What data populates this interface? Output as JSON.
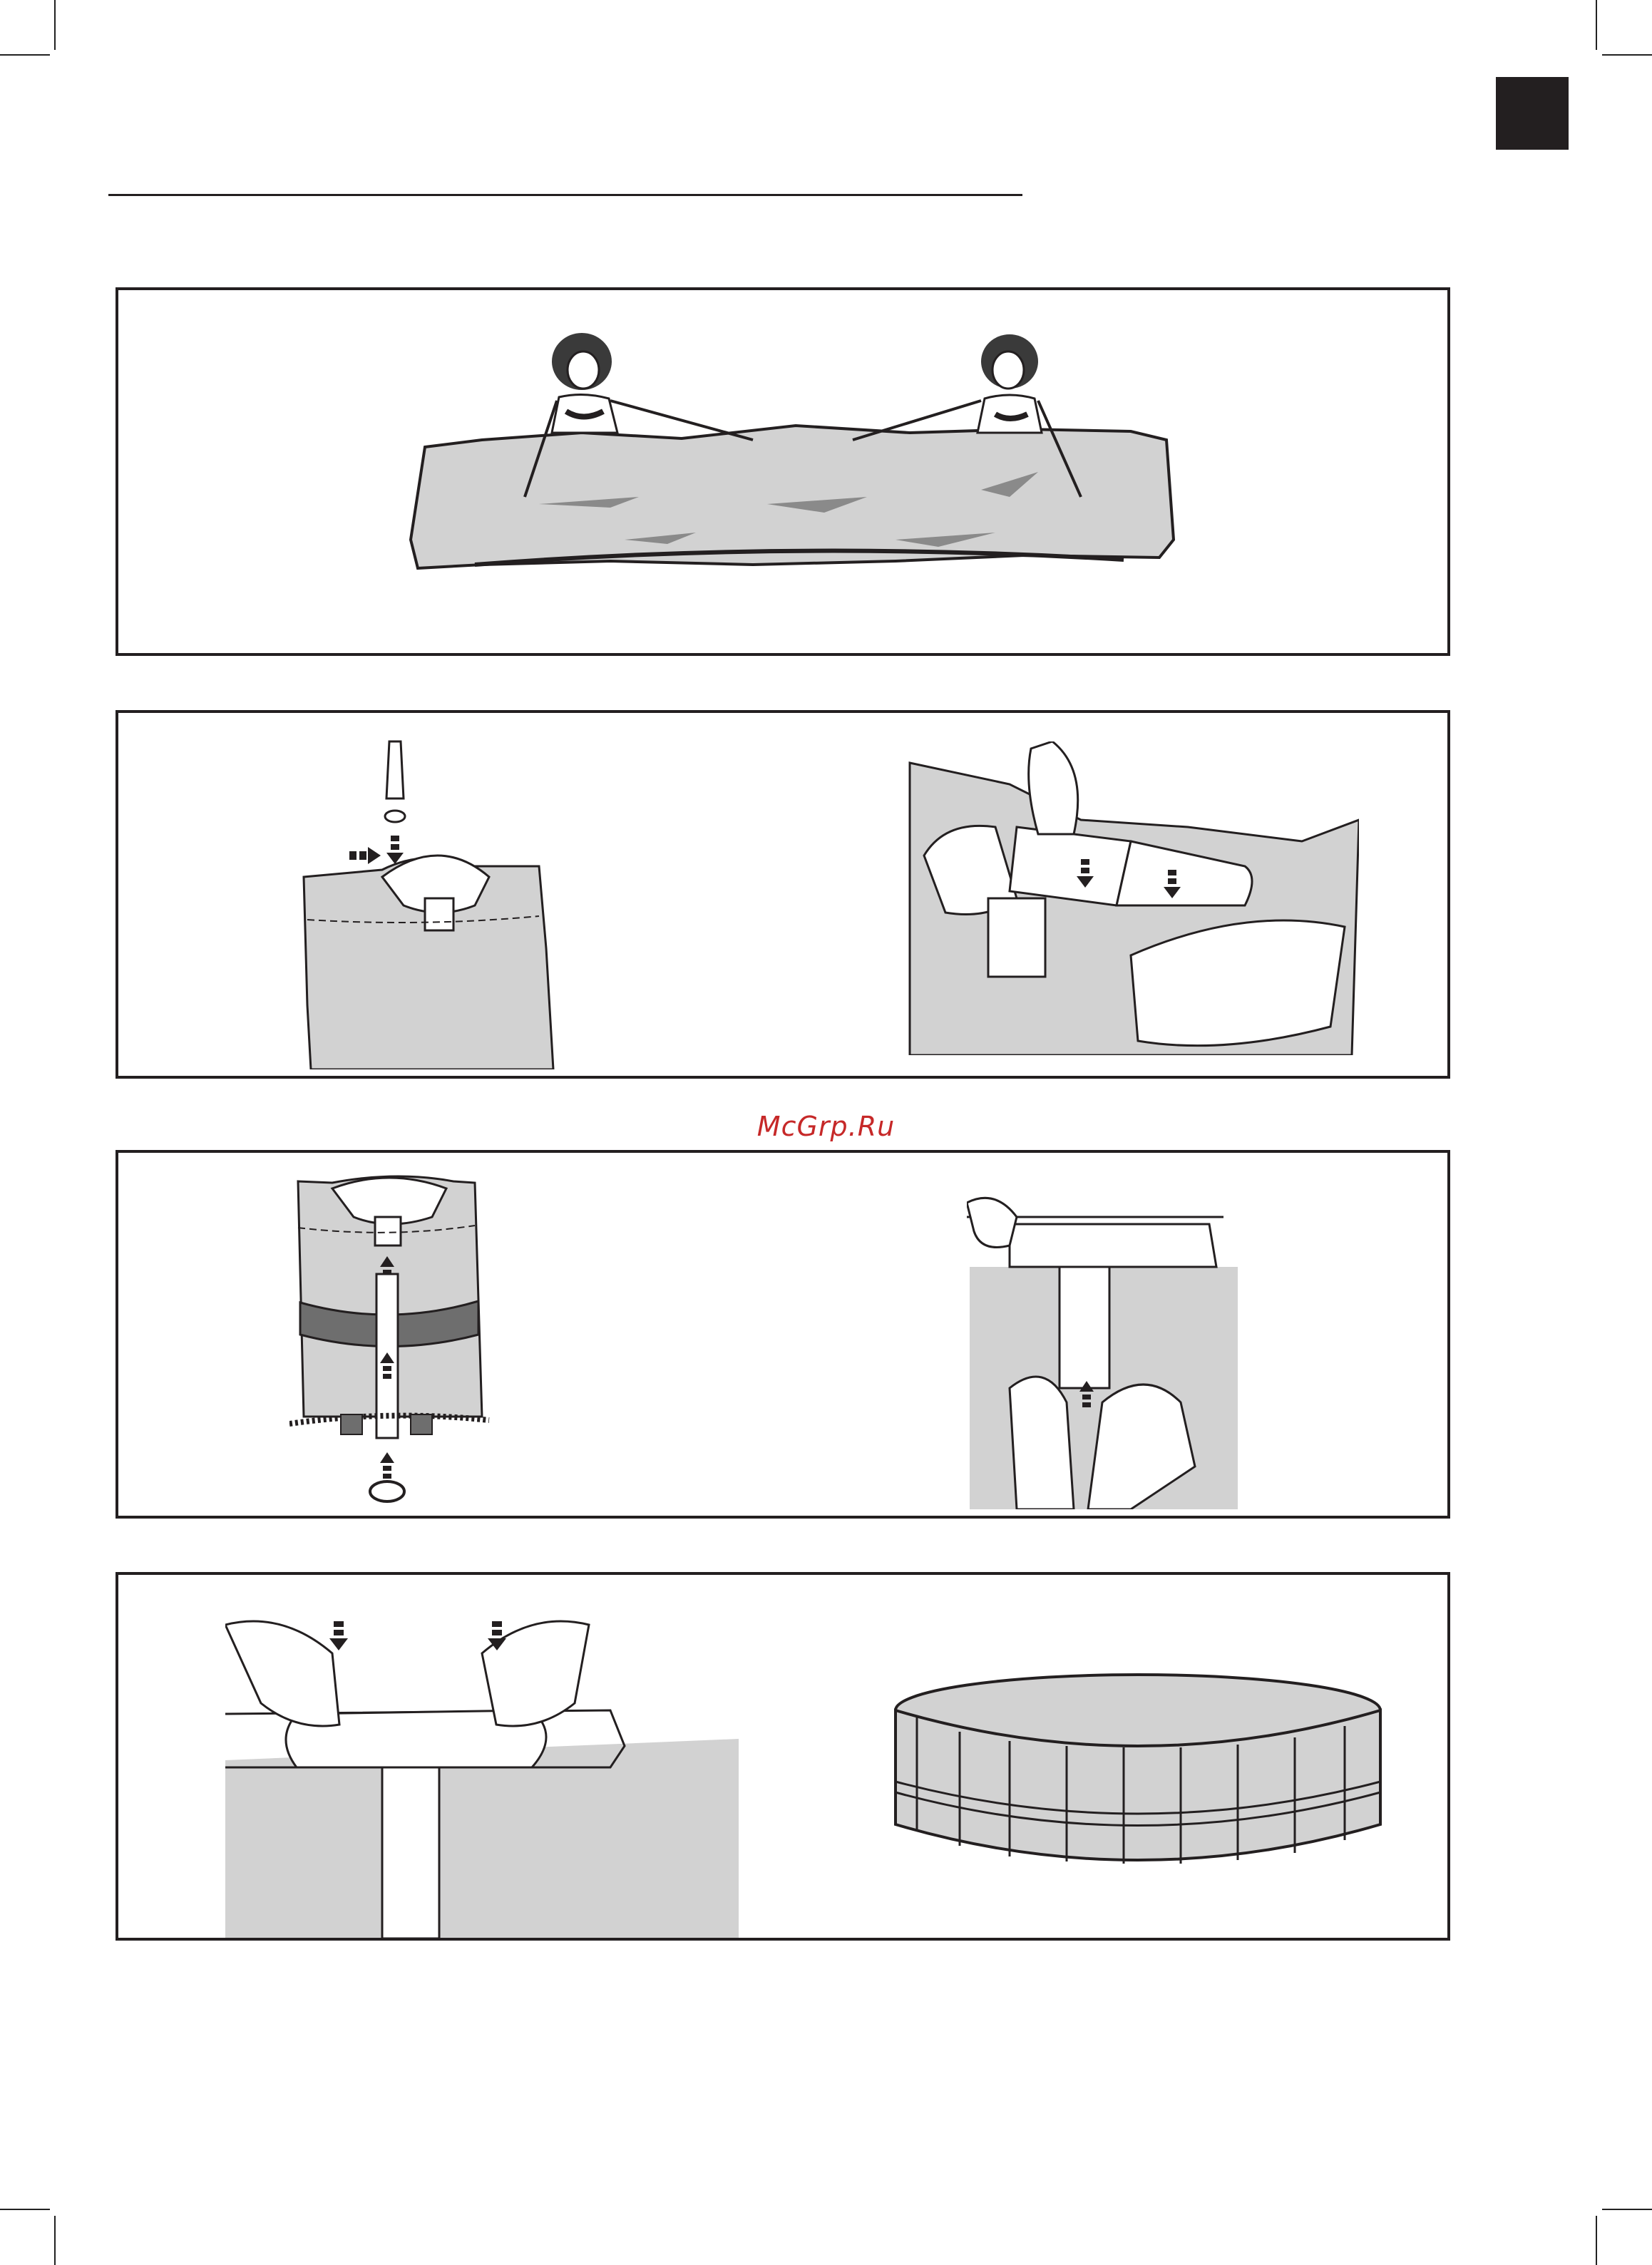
{
  "page": {
    "watermark": "McGrp.Ru",
    "tab_color": "#231f20",
    "line_color": "#231f20",
    "fill_gray": "#d2d2d2"
  },
  "panels": [
    {
      "id": "spread-liner",
      "illustrations": [
        "two-women-spreading-liner"
      ]
    },
    {
      "id": "connect-joints",
      "illustrations": [
        "insert-pin-into-joint",
        "attach-t-joint-to-beam"
      ]
    },
    {
      "id": "insert-legs",
      "illustrations": [
        "leg-into-belt-and-base",
        "push-leg-into-t-joint"
      ]
    },
    {
      "id": "finish-frame",
      "illustrations": [
        "press-clips-down",
        "assembled-pool"
      ]
    }
  ]
}
